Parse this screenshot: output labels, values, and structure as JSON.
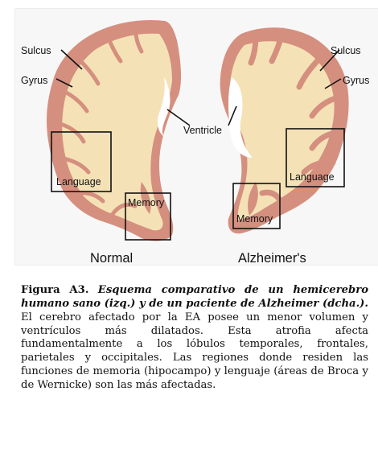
{
  "figure": {
    "labels": {
      "sulcus_left": "Sulcus",
      "gyrus_left": "Gyrus",
      "sulcus_right": "Sulcus",
      "gyrus_right": "Gyrus",
      "ventricle": "Ventricle",
      "language_left": "Language",
      "memory_left": "Memory",
      "language_right": "Language",
      "memory_right": "Memory",
      "normal": "Normal",
      "alzheimers": "Alzheimer's"
    },
    "colors": {
      "outer_cortex": "#d58f7f",
      "white_matter": "#f4e2b6",
      "ventricle": "#ffffff",
      "panel_background": "#f7f7f7"
    }
  },
  "caption": {
    "label": "Figura A3.",
    "title": "Esquema comparativo de un hemicerebro humano sano (izq.) y de un paciente de Alzheimer (dcha.).",
    "body": "El cerebro afectado por la EA posee un menor volumen y ventrículos más dilatados. Esta atrofia afecta fundamentalmente a los lóbulos temporales, frontales, parietales y occipitales. Las regiones donde residen las funciones de memoria (hipocampo) y lenguaje (áreas de Broca y de Wernicke) son las más afectadas."
  }
}
